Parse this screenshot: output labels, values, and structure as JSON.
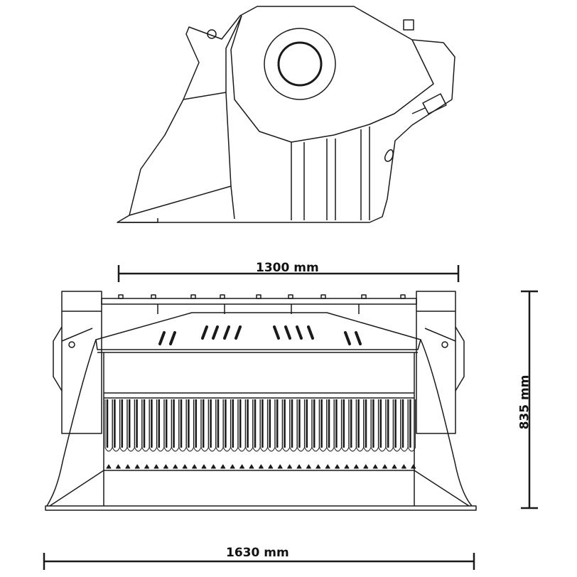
{
  "dimensions": {
    "inner_width": "1300 mm",
    "height": "835 mm",
    "overall_width": "1630 mm"
  },
  "colors": {
    "line": "#1a1a1a",
    "background": "#ffffff"
  }
}
